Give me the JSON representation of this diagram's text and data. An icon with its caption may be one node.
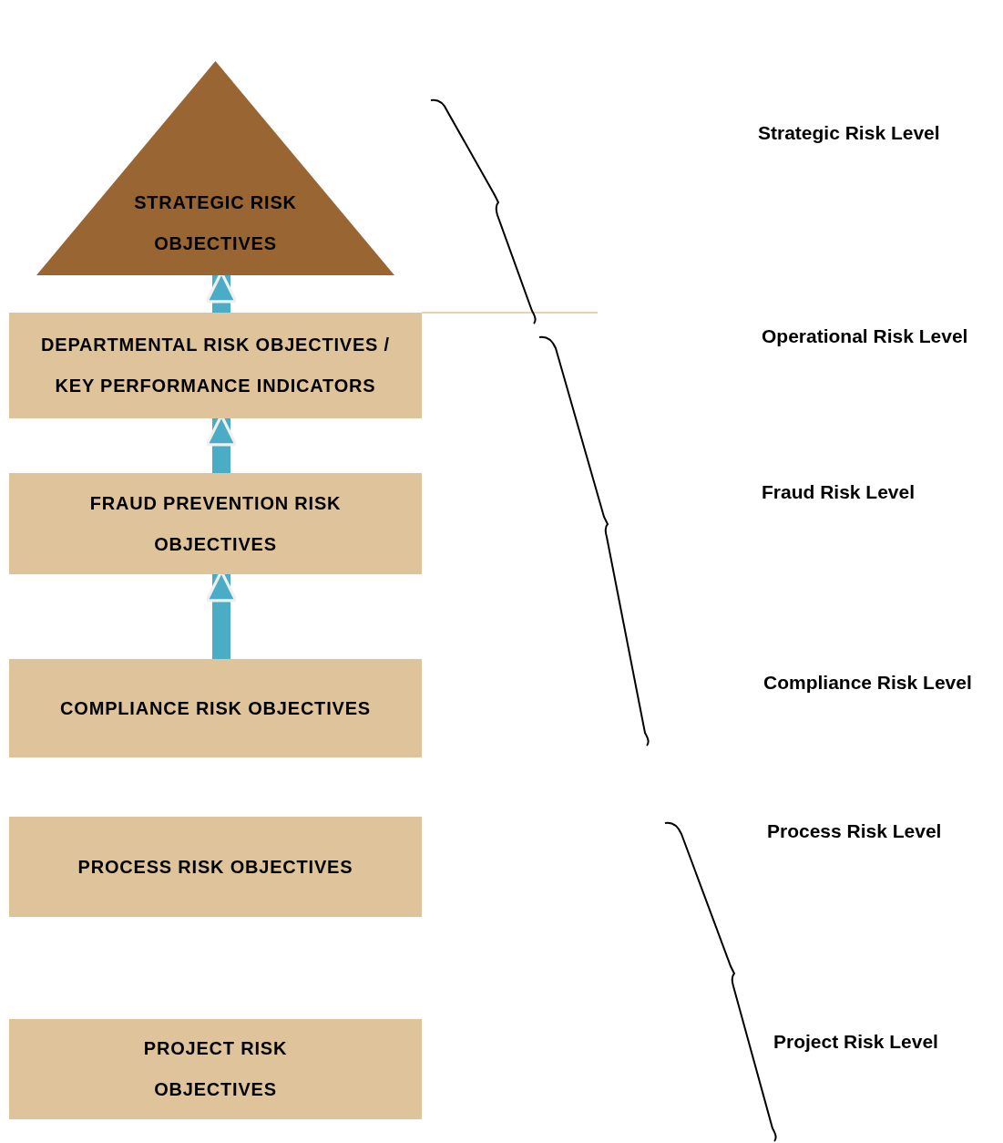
{
  "diagram": {
    "nodes": [
      {
        "text": [
          "STRATEGIC RISK OBJECTIVES"
        ]
      },
      {
        "text": [
          "DEPARTMENTAL RISK OBJECTIVES / KEY PERFORMANCE INDICATORS"
        ]
      },
      {
        "text": [
          "FRAUD PREVENTION RISK OBJECTIVES"
        ]
      },
      {
        "text": [
          "COMPLIANCE RISK OBJECTIVES"
        ]
      },
      {
        "text": [
          "PROCESS RISK OBJECTIVES"
        ]
      },
      {
        "text": [
          "PROJECT RISK OBJECTIVES"
        ]
      }
    ],
    "edges": [
      {
        "from": 1,
        "to": 0,
        "arrow": "to"
      },
      {
        "from": 2,
        "to": 1,
        "arrow": "to"
      },
      {
        "from": 3,
        "to": 2,
        "arrow": "to"
      }
    ],
    "labels": [
      "Strategic Risk Level",
      "Operational Risk Level",
      "Fraud Risk Level",
      "Compliance Risk Level",
      "Process Risk Level",
      "Project Risk Level"
    ]
  }
}
